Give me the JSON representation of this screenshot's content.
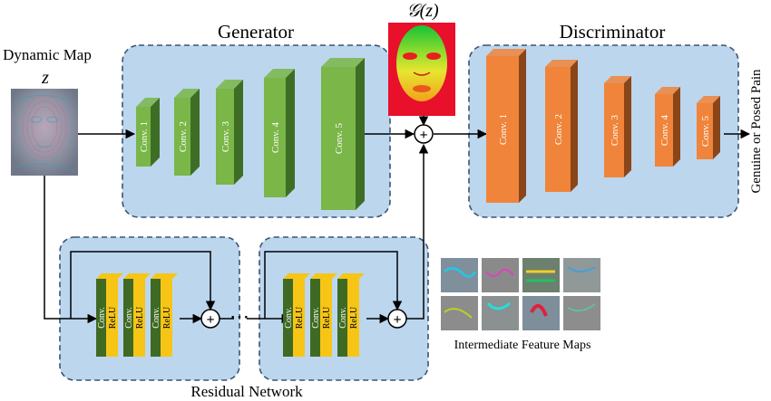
{
  "labels": {
    "dynamic_map": "Dynamic Map",
    "z": "z",
    "generator": "Generator",
    "gz": "𝒢(z)",
    "discriminator": "Discriminator",
    "output": "Genuine or Posed Pain",
    "residual_network": "Residual Network",
    "intermediate_feature_maps": "Intermediate Feature Maps",
    "ellipsis": "⋯"
  },
  "generator_layers": [
    "Conv. 1",
    "Conv. 2",
    "Conv. 3",
    "Conv. 4",
    "Conv. 5"
  ],
  "discriminator_layers": [
    "Conv. 1",
    "Conv. 2",
    "Conv. 3",
    "Conv. 4",
    "Conv. 5"
  ],
  "residual_blocks": [
    {
      "layers": [
        "Conv.",
        "ReLU",
        "Conv.",
        "ReLU",
        "Conv.",
        "ReLU"
      ]
    },
    {
      "layers": [
        "Conv.",
        "ReLU",
        "Conv.",
        "ReLU",
        "Conv.",
        "ReLU"
      ]
    }
  ],
  "colors": {
    "panel_fill": "#bcd6ee",
    "panel_border": "#3d5372",
    "generator_front": "#7ab648",
    "generator_side": "#3e6e25",
    "discriminator_front": "#f0843a",
    "discriminator_side": "#8a4519",
    "residual_yellow": "#f6c516",
    "residual_green": "#3f6a23"
  }
}
